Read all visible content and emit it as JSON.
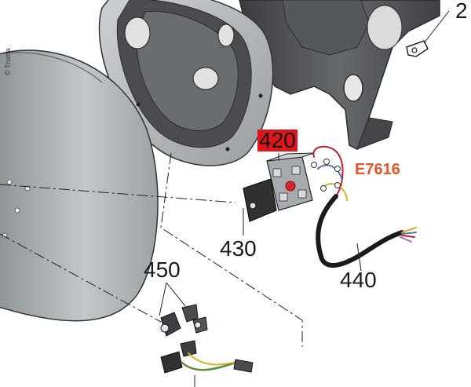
{
  "watermark": {
    "text": "© Truma"
  },
  "callouts": {
    "top_right": "2",
    "part_420": "420",
    "code": "E7616",
    "part_430": "430",
    "part_440": "440",
    "part_450": "450"
  },
  "colors": {
    "highlight": "#e0141b",
    "code_text": "#e8542a",
    "label_text": "#1a1a1a",
    "fan_drum": "#b4b8bb",
    "bracket": "#4a4c4f",
    "switch_body": "#a8abae"
  }
}
